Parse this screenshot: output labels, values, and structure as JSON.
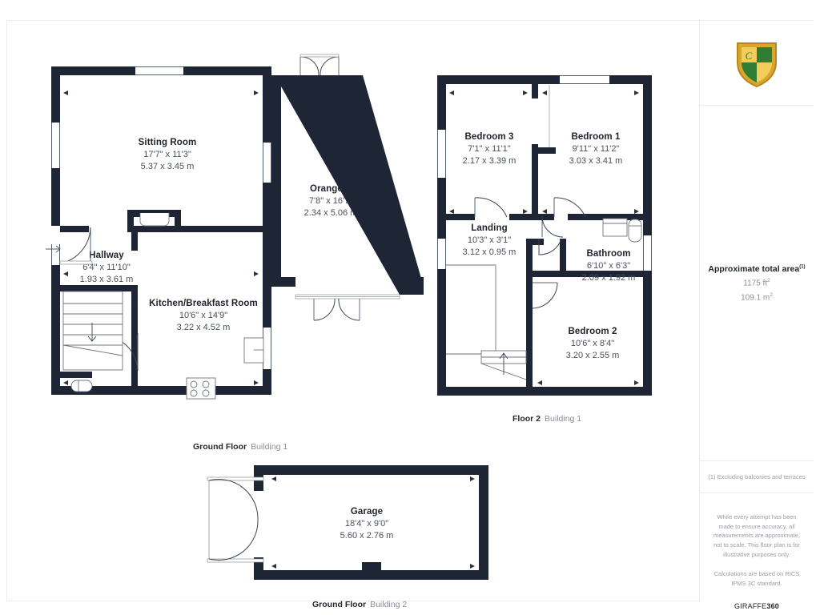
{
  "document": {
    "type": "floor-plan",
    "brand_prefix": "GIRAFFE",
    "brand_suffix": "360"
  },
  "floors": [
    {
      "id": "ground-floor-building-1",
      "caption_floor": "Ground Floor",
      "caption_building": "Building 1",
      "rooms": [
        {
          "name": "Sitting Room",
          "imperial": "17'7\" x 11'3\"",
          "metric": "5.37 x 3.45 m"
        },
        {
          "name": "Orangery",
          "imperial": "7'8\" x 16'7\"",
          "metric": "2.34 x 5.06 m"
        },
        {
          "name": "Hallway",
          "imperial": "6'4\" x 11'10\"",
          "metric": "1.93 x 3.61 m"
        },
        {
          "name": "Kitchen/Breakfast Room",
          "imperial": "10'6\" x 14'9\"",
          "metric": "3.22 x 4.52 m"
        }
      ]
    },
    {
      "id": "floor-2-building-1",
      "caption_floor": "Floor 2",
      "caption_building": "Building 1",
      "rooms": [
        {
          "name": "Bedroom 3",
          "imperial": "7'1\" x 11'1\"",
          "metric": "2.17 x 3.39 m"
        },
        {
          "name": "Bedroom 1",
          "imperial": "9'11\" x 11'2\"",
          "metric": "3.03 x 3.41 m"
        },
        {
          "name": "Landing",
          "imperial": "10'3\" x 3'1\"",
          "metric": "3.12 x 0.95 m"
        },
        {
          "name": "Bathroom",
          "imperial": "6'10\" x 6'3\"",
          "metric": "2.09 x 1.92 m"
        },
        {
          "name": "Bedroom 2",
          "imperial": "10'6\" x 8'4\"",
          "metric": "3.20 x 2.55 m"
        }
      ]
    },
    {
      "id": "ground-floor-building-2",
      "caption_floor": "Ground Floor",
      "caption_building": "Building 2",
      "rooms": [
        {
          "name": "Garage",
          "imperial": "18'4\" x 9'0\"",
          "metric": "5.60 x 2.76 m"
        }
      ]
    }
  ],
  "sidebar": {
    "logo_alt": "heraldic-shield-logo",
    "area": {
      "title": "Approximate total area",
      "title_marker": "(1)",
      "sqft": "1175 ft",
      "sqft_unit": "2",
      "sqm": "109.1 m",
      "sqm_unit": "2"
    },
    "footnote": "(1) Excluding balconies and terraces",
    "disclaimer_1": "While every attempt has been made to ensure accuracy, all measurements are approximate, not to scale. This floor plan is for illustrative purposes only.",
    "disclaimer_2": "Calculations are based on RICS IPMS 3C standard."
  },
  "colors": {
    "wall": "#1e2535",
    "paper": "#ffffff",
    "page_bg": "#f4f4f5",
    "text_dark": "#20242e",
    "text_grey": "#4a505c",
    "text_light": "#9a9ea6",
    "divider": "#ececed",
    "logo_gold": "#e8b93c",
    "logo_green": "#2e7d32"
  }
}
